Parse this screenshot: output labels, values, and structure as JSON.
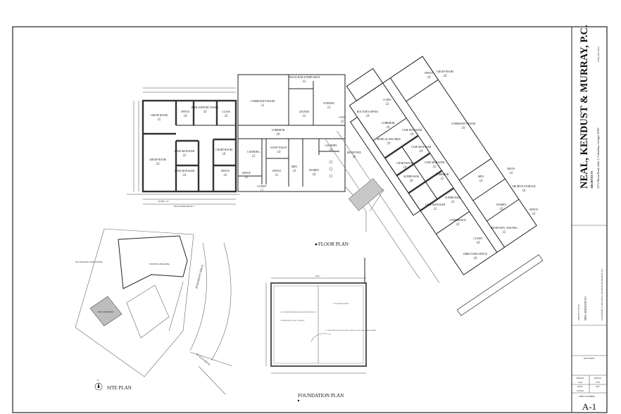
{
  "title_block": {
    "firm": "NEAL, KENDUST & MURRAY, P.C.",
    "subtitle": "ARCHITECTS",
    "address": "1575 Mason Road, Suite 1,   Columbus, Georgia 31907",
    "phone": "(706) 563-8414",
    "project_title_label": "PROJECT TITLE",
    "project_title": "NEW ADDITION TO",
    "copyright": "COPYRIGHT © 2001 NEAL, KENDUST & MURRAY, P.C.",
    "revisions": "REVISIONS",
    "drawn_label": "DRAWN",
    "drawn": "JCM",
    "job_label": "JOB NO.",
    "job": "0107",
    "date_label": "DATE",
    "date": "12-06-01",
    "set_label": "SET",
    "sheet_label": "SHEET NUMBER",
    "sheet": "A-1"
  },
  "floor_plan": {
    "title": "FLOOR PLAN",
    "new_addition_dim": "NEW ADDITION   66'-1\"",
    "slope": "SLOPE 1:12",
    "rooms": [
      {
        "name": "GROUP ROOM",
        "num": "127"
      },
      {
        "name": "GROUP ROOM",
        "num": "126"
      },
      {
        "name": "OFFICE",
        "num": "128"
      },
      {
        "name": "PEER SUPPORT OFFICE",
        "num": "129"
      },
      {
        "name": "CLASS",
        "num": "130"
      },
      {
        "name": "CASE MANAGER",
        "num": "131"
      },
      {
        "name": "CASE MANAGER",
        "num": "132"
      },
      {
        "name": "CHART ROOM",
        "num": "134"
      },
      {
        "name": "OFFICE",
        "num": "135"
      },
      {
        "name": "COMMUNITY ROOM",
        "num": "111"
      },
      {
        "name": "SNACK BAR SUPERVISION",
        "num": "112"
      },
      {
        "name": "LOUNGE",
        "num": "113"
      },
      {
        "name": "VENDING",
        "num": "114"
      },
      {
        "name": "CORRIDOR",
        "num": "109"
      },
      {
        "name": "CATERING",
        "num": "115"
      },
      {
        "name": "OFFICE",
        "num": "116"
      },
      {
        "name": "STAFF TOILET",
        "num": "118"
      },
      {
        "name": "OFFICE",
        "num": "117"
      },
      {
        "name": "MEN",
        "num": "119"
      },
      {
        "name": "WOMEN",
        "num": "120"
      },
      {
        "name": "LAUNDRY",
        "num": "121"
      },
      {
        "name": "CLOSET",
        "num": "171"
      },
      {
        "name": "RECEPTION",
        "num": "140"
      },
      {
        "name": "COAT",
        "num": "135"
      },
      {
        "name": "OFFICE",
        "num": "138"
      },
      {
        "name": "GROUP ROOM",
        "num": "139"
      },
      {
        "name": "CLINIC",
        "num": "137"
      },
      {
        "name": "DOCTOR'S OFFICE",
        "num": "136"
      },
      {
        "name": "CORRIDOR",
        "num": "142"
      },
      {
        "name": "COMMUNITY ROOM",
        "num": "140"
      },
      {
        "name": "CASE MANAGER",
        "num": "143"
      },
      {
        "name": "MEDICAL RECORDS",
        "num": "144"
      },
      {
        "name": "CASE MANAGER",
        "num": "154"
      },
      {
        "name": "CHART ROOM",
        "num": "156"
      },
      {
        "name": "CASE MANAGER",
        "num": "153"
      },
      {
        "name": "SUPERVISOR",
        "num": "158"
      },
      {
        "name": "CORRIDOR",
        "num": "157"
      },
      {
        "name": "CASE MANAGER",
        "num": "151"
      },
      {
        "name": "SUPERVISOR",
        "num": "152"
      },
      {
        "name": "CONFERENCE",
        "num": "150"
      },
      {
        "name": "MEN",
        "num": "122"
      },
      {
        "name": "MECH.",
        "num": "123"
      },
      {
        "name": "ARCHIVE STORAGE",
        "num": "124"
      },
      {
        "name": "WOMEN",
        "num": "126"
      },
      {
        "name": "OFFICE",
        "num": "125"
      },
      {
        "name": "RECEPTION / WAITING",
        "num": "127"
      },
      {
        "name": "CLOSET",
        "num": "128"
      },
      {
        "name": "DIRECTOR'S OFFICE",
        "num": "128"
      }
    ]
  },
  "site_plan": {
    "title": "SITE PLAN",
    "north": "N",
    "existing_building": "EXISTING BUILDING",
    "new_addition": "NEW ADDITION",
    "road1": "ROSEMONT   DRIVE",
    "road2": "ACACIA DRIVE",
    "tabulation": "SQ. FOOTAGE TABULATION"
  },
  "foundation_plan": {
    "title": "FOUNDATION PLAN",
    "overall_dim": "66'-1\"",
    "note1": "4\" CONCRETE SIDEWALK POUR INTEGRALLY",
    "note2": "4\" CONCRETE SLAB ON GRADE W/ 6X6 W1.4 WWF ON VAPOR BARRIER",
    "note3": "1\" EXPANSION JOINT",
    "note4": "CONTINUOUS CONC. FOOTING"
  }
}
